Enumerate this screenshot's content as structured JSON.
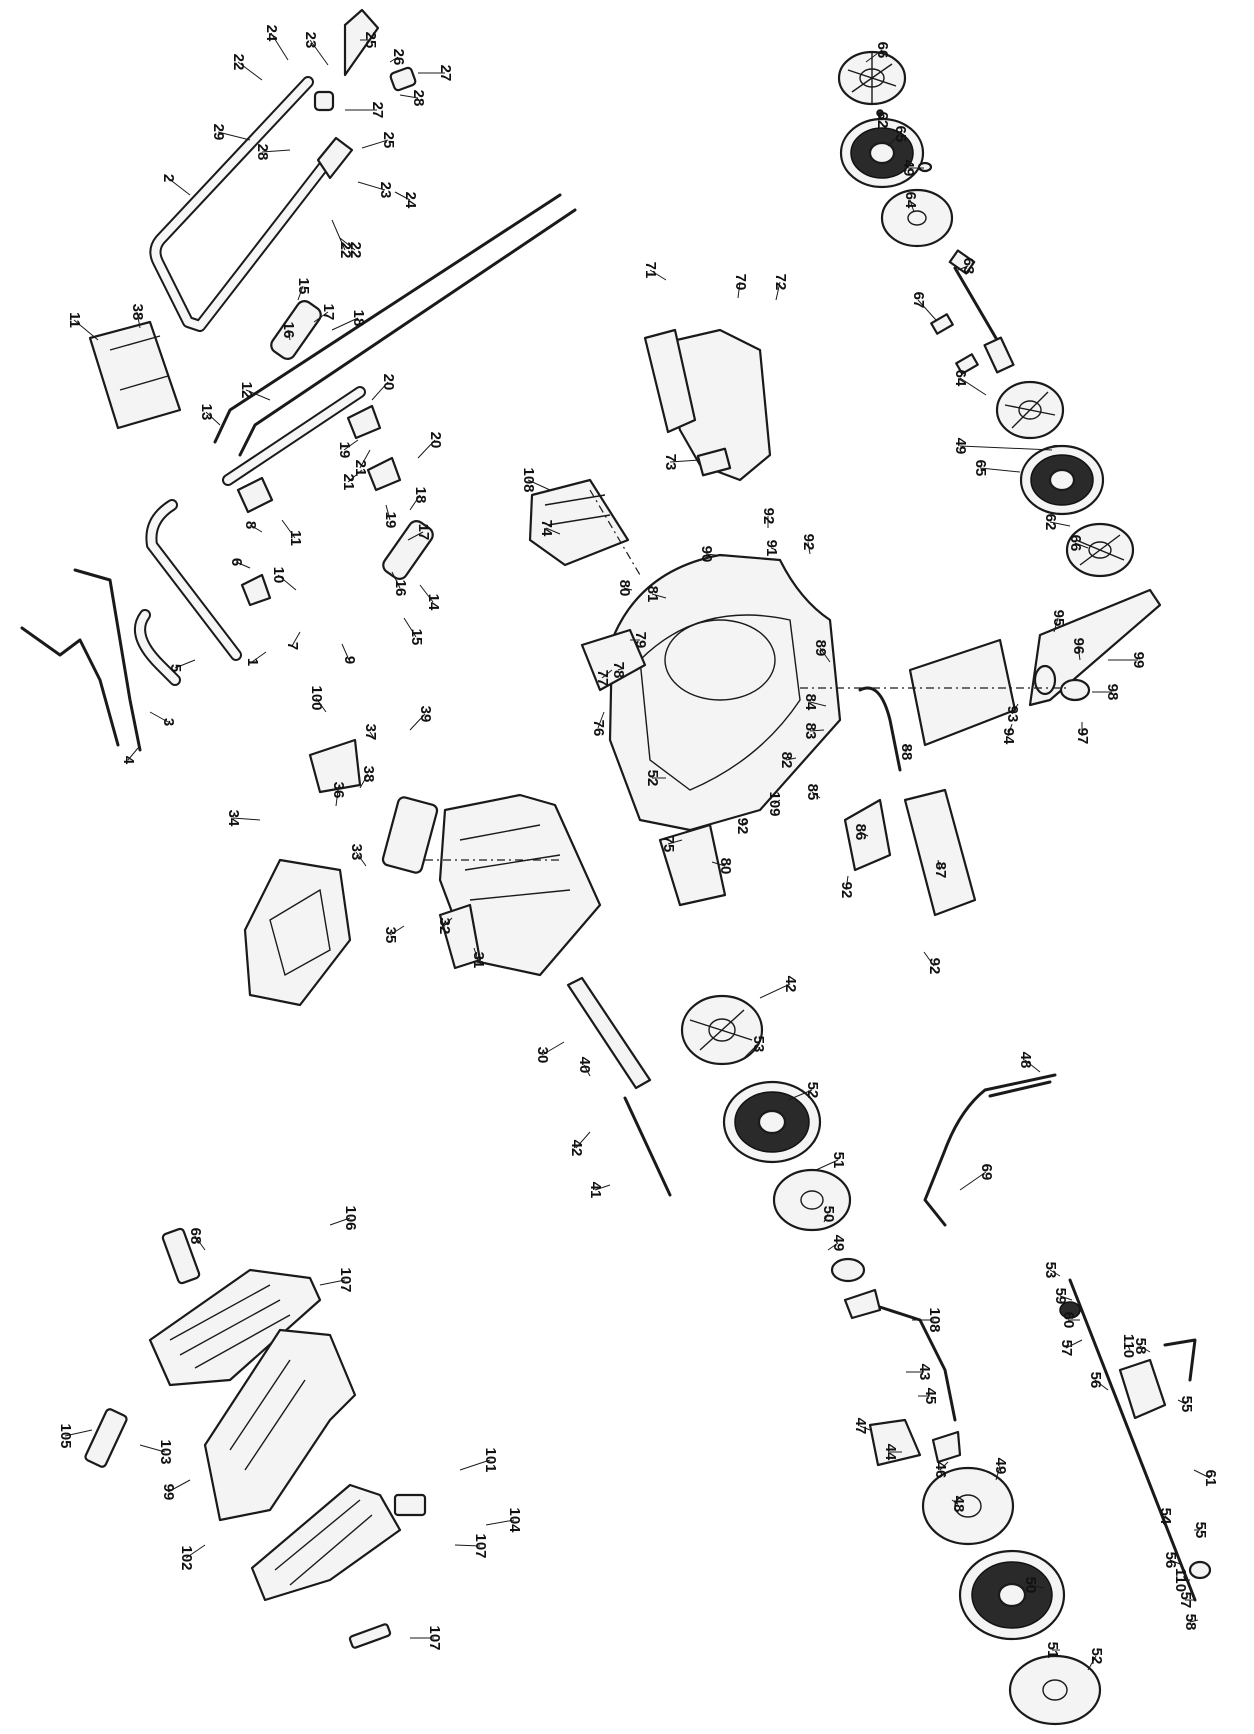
{
  "callouts": [
    {
      "n": "66"
    },
    {
      "n": "62"
    },
    {
      "n": "65"
    },
    {
      "n": "49"
    },
    {
      "n": "64"
    },
    {
      "n": "63"
    },
    {
      "n": "67"
    },
    {
      "n": "64"
    },
    {
      "n": "49"
    },
    {
      "n": "65"
    },
    {
      "n": "62"
    },
    {
      "n": "66"
    },
    {
      "n": "24"
    },
    {
      "n": "23"
    },
    {
      "n": "25"
    },
    {
      "n": "26"
    },
    {
      "n": "27"
    },
    {
      "n": "28"
    },
    {
      "n": "22"
    },
    {
      "n": "29"
    },
    {
      "n": "28"
    },
    {
      "n": "27"
    },
    {
      "n": "22"
    },
    {
      "n": "23"
    },
    {
      "n": "25"
    },
    {
      "n": "24"
    },
    {
      "n": "22"
    },
    {
      "n": "2"
    },
    {
      "n": "11"
    },
    {
      "n": "38"
    },
    {
      "n": "15"
    },
    {
      "n": "17"
    },
    {
      "n": "16"
    },
    {
      "n": "18"
    },
    {
      "n": "12"
    },
    {
      "n": "13"
    },
    {
      "n": "20"
    },
    {
      "n": "19"
    },
    {
      "n": "21"
    },
    {
      "n": "21"
    },
    {
      "n": "20"
    },
    {
      "n": "11"
    },
    {
      "n": "19"
    },
    {
      "n": "18"
    },
    {
      "n": "17"
    },
    {
      "n": "16"
    },
    {
      "n": "15"
    },
    {
      "n": "14"
    },
    {
      "n": "8"
    },
    {
      "n": "6"
    },
    {
      "n": "10"
    },
    {
      "n": "9"
    },
    {
      "n": "7"
    },
    {
      "n": "1"
    },
    {
      "n": "5"
    },
    {
      "n": "3"
    },
    {
      "n": "4"
    },
    {
      "n": "71"
    },
    {
      "n": "70"
    },
    {
      "n": "72"
    },
    {
      "n": "73"
    },
    {
      "n": "108"
    },
    {
      "n": "90"
    },
    {
      "n": "92"
    },
    {
      "n": "91"
    },
    {
      "n": "92"
    },
    {
      "n": "80"
    },
    {
      "n": "81"
    },
    {
      "n": "74"
    },
    {
      "n": "79"
    },
    {
      "n": "78"
    },
    {
      "n": "77"
    },
    {
      "n": "76"
    },
    {
      "n": "89"
    },
    {
      "n": "84"
    },
    {
      "n": "83"
    },
    {
      "n": "82"
    },
    {
      "n": "52"
    },
    {
      "n": "75"
    },
    {
      "n": "80"
    },
    {
      "n": "92"
    },
    {
      "n": "109"
    },
    {
      "n": "85"
    },
    {
      "n": "86"
    },
    {
      "n": "87"
    },
    {
      "n": "92"
    },
    {
      "n": "92"
    },
    {
      "n": "88"
    },
    {
      "n": "93"
    },
    {
      "n": "94"
    },
    {
      "n": "95"
    },
    {
      "n": "96"
    },
    {
      "n": "97"
    },
    {
      "n": "98"
    },
    {
      "n": "99"
    },
    {
      "n": "100"
    },
    {
      "n": "39"
    },
    {
      "n": "37"
    },
    {
      "n": "38"
    },
    {
      "n": "36"
    },
    {
      "n": "34"
    },
    {
      "n": "33"
    },
    {
      "n": "35"
    },
    {
      "n": "32"
    },
    {
      "n": "31"
    },
    {
      "n": "30"
    },
    {
      "n": "40"
    },
    {
      "n": "42"
    },
    {
      "n": "41"
    },
    {
      "n": "42"
    },
    {
      "n": "53"
    },
    {
      "n": "52"
    },
    {
      "n": "51"
    },
    {
      "n": "50"
    },
    {
      "n": "49"
    },
    {
      "n": "48"
    },
    {
      "n": "69"
    },
    {
      "n": "68"
    },
    {
      "n": "106"
    },
    {
      "n": "107"
    },
    {
      "n": "105"
    },
    {
      "n": "103"
    },
    {
      "n": "99"
    },
    {
      "n": "102"
    },
    {
      "n": "101"
    },
    {
      "n": "104"
    },
    {
      "n": "107"
    },
    {
      "n": "107"
    },
    {
      "n": "108"
    },
    {
      "n": "43"
    },
    {
      "n": "45"
    },
    {
      "n": "47"
    },
    {
      "n": "44"
    },
    {
      "n": "46"
    },
    {
      "n": "48"
    },
    {
      "n": "49"
    },
    {
      "n": "50"
    },
    {
      "n": "51"
    },
    {
      "n": "52"
    },
    {
      "n": "53"
    },
    {
      "n": "59"
    },
    {
      "n": "60"
    },
    {
      "n": "57"
    },
    {
      "n": "110"
    },
    {
      "n": "58"
    },
    {
      "n": "56"
    },
    {
      "n": "55"
    },
    {
      "n": "61"
    },
    {
      "n": "54"
    },
    {
      "n": "55"
    },
    {
      "n": "56"
    },
    {
      "n": "110"
    },
    {
      "n": "57"
    },
    {
      "n": "58"
    },
    {
      "n": "59"
    }
  ]
}
